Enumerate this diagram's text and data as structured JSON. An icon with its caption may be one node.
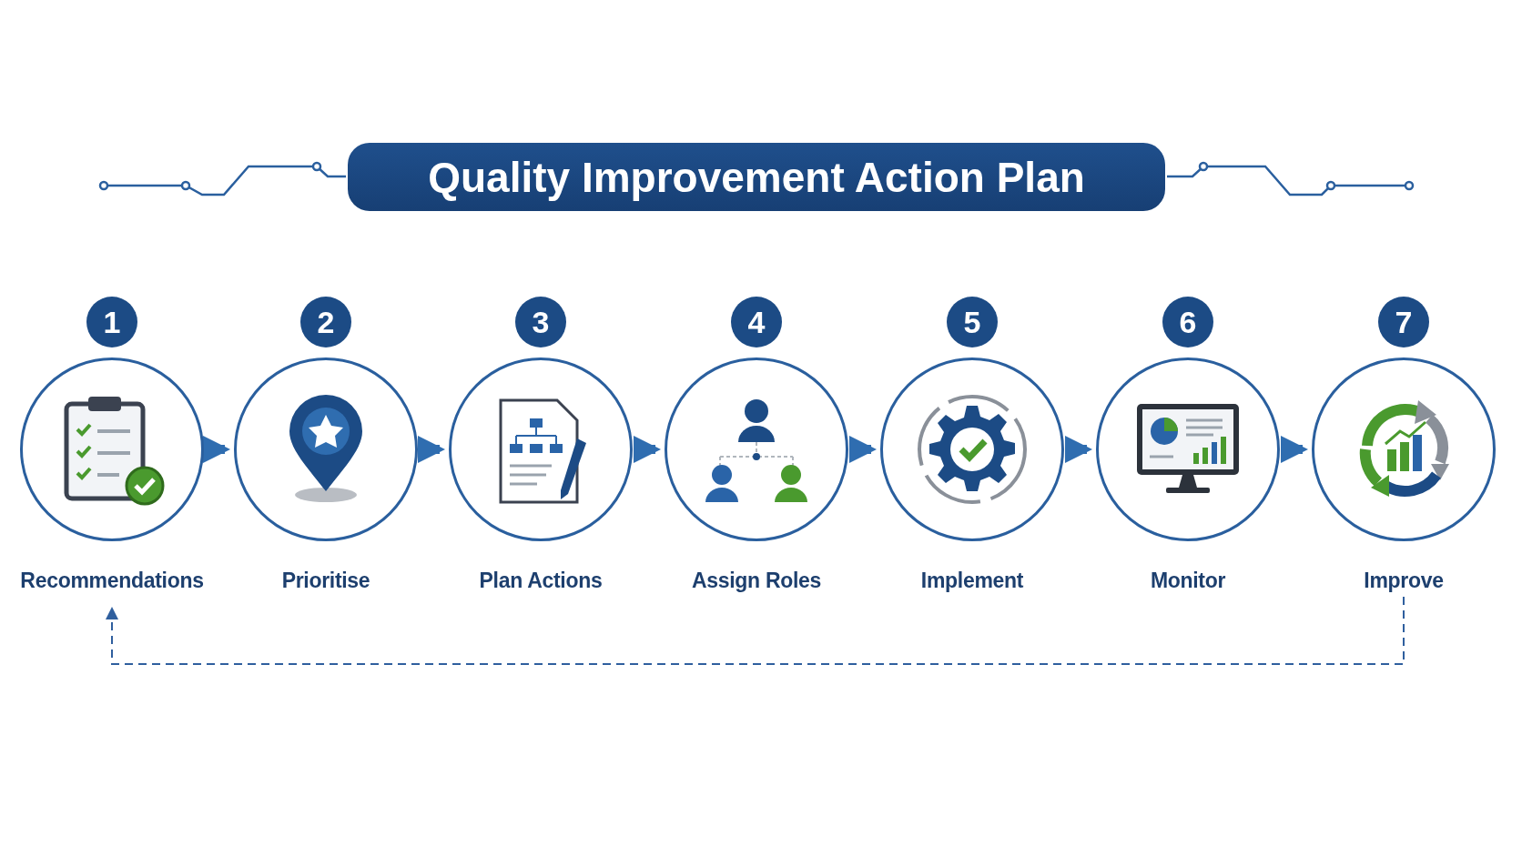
{
  "diagram": {
    "title": "Quality Improvement Action Plan",
    "nodes": [
      {
        "text": [
          "Recommendations"
        ],
        "beside": [
          "1"
        ]
      },
      {
        "text": [
          "Prioritise"
        ],
        "beside": [
          "2"
        ]
      },
      {
        "text": [
          "Plan Actions"
        ],
        "beside": [
          "3"
        ]
      },
      {
        "text": [
          "Assign Roles"
        ],
        "beside": [
          "4"
        ]
      },
      {
        "text": [
          "Implement"
        ],
        "beside": [
          "5"
        ]
      },
      {
        "text": [
          "Monitor"
        ],
        "beside": [
          "6"
        ]
      },
      {
        "text": [
          "Improve"
        ],
        "beside": [
          "7"
        ]
      }
    ],
    "edges": [
      {
        "from": 0,
        "to": 1,
        "arrow": "to"
      },
      {
        "from": 1,
        "to": 2,
        "arrow": "to"
      },
      {
        "from": 2,
        "to": 3,
        "arrow": "to"
      },
      {
        "from": 3,
        "to": 4,
        "arrow": "to"
      },
      {
        "from": 4,
        "to": 5,
        "arrow": "to"
      },
      {
        "from": 5,
        "to": 6,
        "arrow": "to"
      },
      {
        "from": 6,
        "to": 0,
        "arrow": "to",
        "style": "dashed"
      }
    ]
  }
}
